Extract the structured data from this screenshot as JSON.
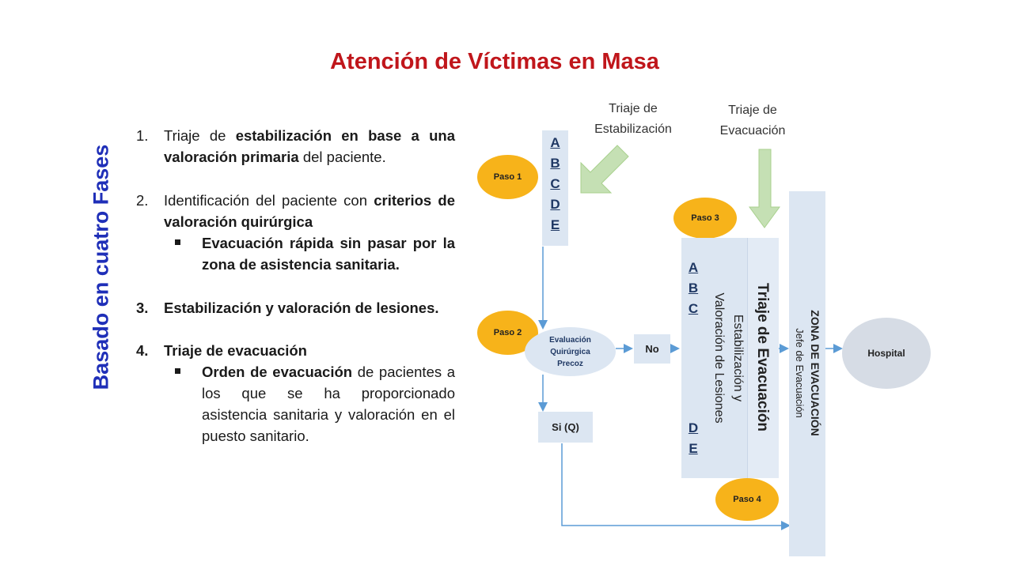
{
  "title": "Atención de Víctimas en Masa",
  "side_title": "Basado en cuatro Fases",
  "items": [
    {
      "num": "1.",
      "pre": "Triaje de ",
      "bold": "estabilización en base a una valoración primaria",
      "post": " del paciente."
    },
    {
      "num": "2.",
      "pre": "Identificación del paciente con ",
      "bold": "criterios de valoración quirúrgica",
      "post": ""
    },
    {
      "num": "3.",
      "pre": "",
      "bold": "Estabilización y valoración de lesiones.",
      "post": ""
    },
    {
      "num": "4.",
      "pre": "",
      "bold": "Triaje de evacuación",
      "post": ""
    }
  ],
  "subitems": [
    {
      "pre": "",
      "bold": "Evacuación rápida sin pasar por la zona de asistencia sanitaria.",
      "post": ""
    },
    {
      "pre": "",
      "bold": "Orden de evacuación",
      "post": " de pacientes a los que se ha proporcionado asistencia sanitaria y valoración en el puesto sanitario."
    }
  ],
  "diagram": {
    "caption_estab": "Triaje de Estabilización",
    "caption_evac": "Triaje de Evacuación",
    "paso1": "Paso 1",
    "paso2": "Paso 2",
    "paso3": "Paso 3",
    "paso4": "Paso 4",
    "abcde_letters": [
      "A",
      "B",
      "C",
      "D",
      "E"
    ],
    "abc_letters": [
      "A",
      "B",
      "C"
    ],
    "de_letters": [
      "D",
      "E"
    ],
    "eval_line1": "Evaluación",
    "eval_line2": "Quirúrgica",
    "eval_line3": "Precoz",
    "no_label": "No",
    "si_label": "Si (Q)",
    "estab_line1": "Estabilización y",
    "estab_line2": "Valoración de Lesiones",
    "triaje_evac_label": "Triaje de Evacuación",
    "zona_title": "ZONA DE EVACUACIÓN",
    "zona_sub": "Jefe de Evacuación",
    "hospital": "Hospital"
  },
  "colors": {
    "title": "#c0161b",
    "side_title": "#1f2fb8",
    "paso_fill": "#f7b31a",
    "box_fill": "#dce6f2",
    "arrow_green": "#c5e0b4",
    "connector": "#5b9bd5",
    "hospital_fill": "#d6dce5"
  }
}
